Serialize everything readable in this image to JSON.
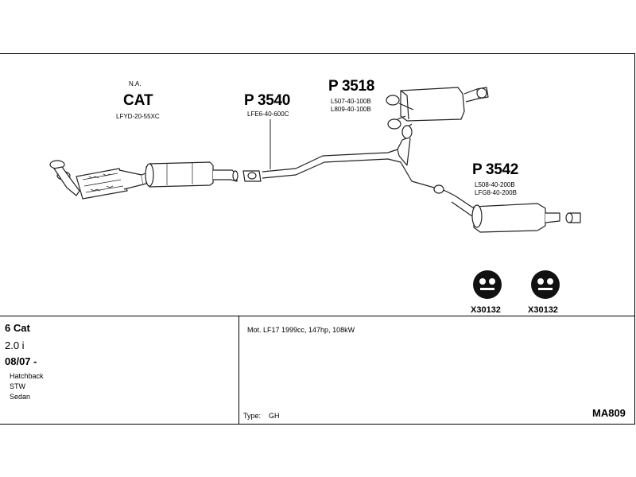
{
  "cat": {
    "na": "N.A.",
    "label": "CAT",
    "code": "LFYD-20-55XC"
  },
  "parts": [
    {
      "number": "P 3540",
      "codes": [
        "LFE6-40-600C"
      ]
    },
    {
      "number": "P 3518",
      "codes": [
        "L507-40-100B",
        "L809-40-100B"
      ]
    },
    {
      "number": "P 3542",
      "codes": [
        "L508-40-200B",
        "LFG8-40-200B"
      ]
    }
  ],
  "clamps": [
    "X30132",
    "X30132"
  ],
  "vehicle": {
    "engine": "6 Cat",
    "displacement": "2.0 i",
    "date": "08/07 -",
    "bodies": [
      "Hatchback",
      "STW",
      "Sedan"
    ]
  },
  "notes": {
    "motor": "Mot. LF17 1999cc, 147hp, 108kW",
    "type_label": "Type:",
    "type_value": "GH"
  },
  "code": "MA809"
}
